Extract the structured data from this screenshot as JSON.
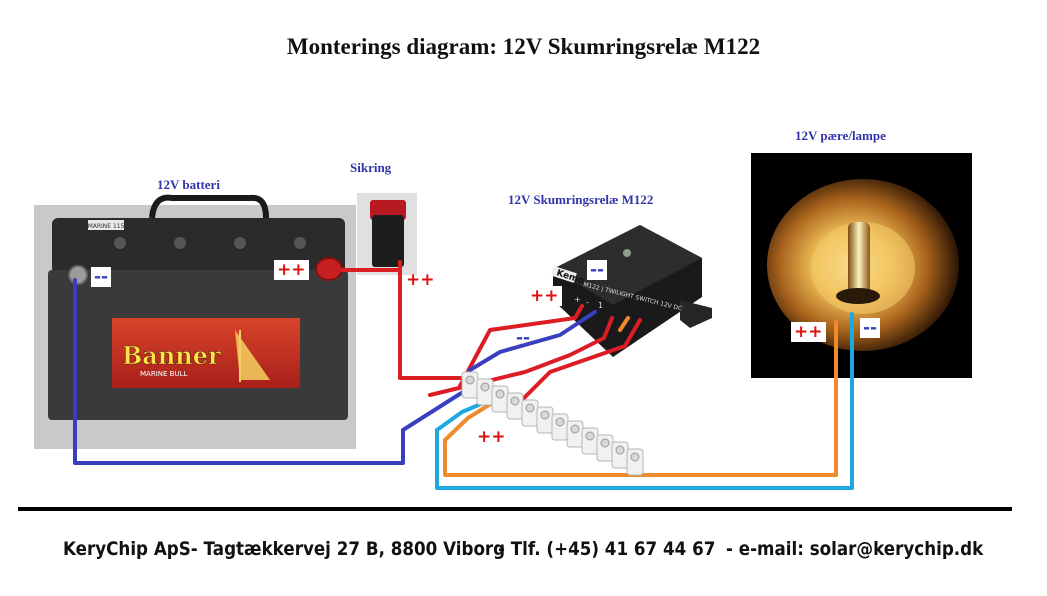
{
  "title": "Monterings diagram:  12V Skumringsrelæ M122",
  "labels": {
    "battery": "12V batteri",
    "fuse": "Sikring",
    "relay": "12V Skumringsrelæ M122",
    "lamp": "12V pære/lampe"
  },
  "battery": {
    "minus": "--",
    "plus": "++",
    "brand": "Banner",
    "model": "MARINE BULL",
    "sticker": "MARINE 115"
  },
  "fuse": {
    "plus": "++"
  },
  "relay": {
    "brand": "Kemo",
    "plus": "++",
    "minus_top": "--",
    "minus_wire": "--",
    "model_text": "M122 | TWILIGHT SWITCH 12V DC",
    "pins": [
      "+",
      "-",
      "1"
    ]
  },
  "terminal": {
    "plus": "++"
  },
  "lamp": {
    "plus": "++",
    "minus": "--"
  },
  "footer": {
    "company": "KeryChip ApS- Tagtækkervej 27 B, 8800 Viborg",
    "phone": "- Tlf. (+45) 41 67 44 67",
    "email": "- e-mail:  solar@kerychip.dk"
  },
  "colors": {
    "wire_blue": "#3a3fc0",
    "wire_red": "#dd1d24",
    "wire_orange": "#f08a2c",
    "wire_cyan": "#1ea8e0",
    "label_blue": "#3333aa",
    "sign_red": "#dd1111",
    "sign_blue": "#3344bb"
  }
}
